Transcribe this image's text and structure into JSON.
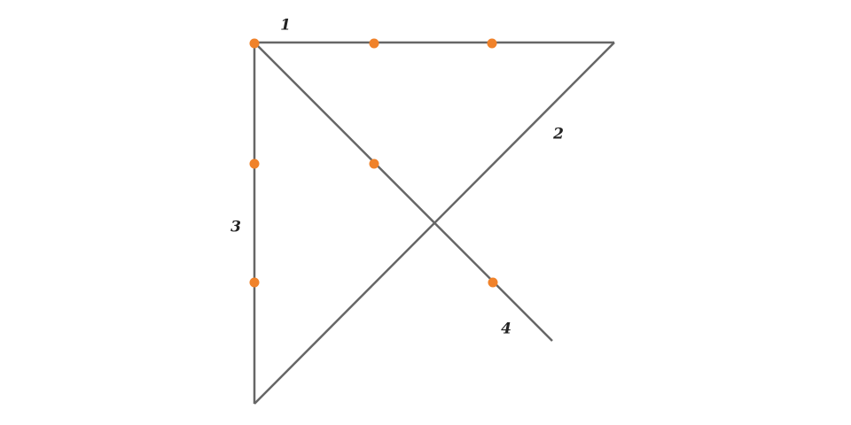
{
  "colors": {
    "line": "#666666",
    "dot": "#f0822a",
    "label": "#222222",
    "background": "#ffffff"
  },
  "labels": {
    "line_1": "1",
    "line_2": "2",
    "line_3": "3",
    "line_4": "4"
  },
  "dot_count": 7
}
